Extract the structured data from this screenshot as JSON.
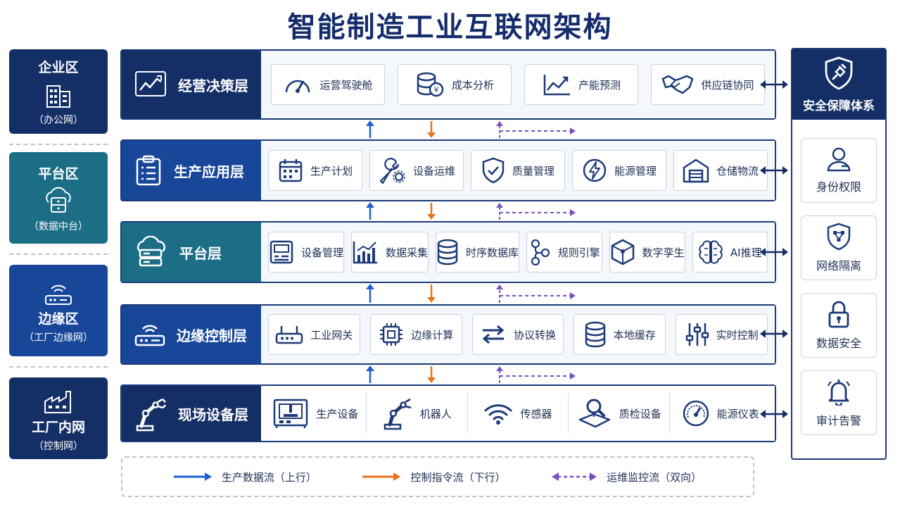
{
  "title": "智能制造工业互联网架构",
  "colors": {
    "navy": "#142e66",
    "blue": "#18479a",
    "teal": "#1c6e86",
    "up": "#1f5fd1",
    "down": "#e8711c",
    "ops": "#7a4fbf"
  },
  "zones": [
    {
      "name": "企业区",
      "sub": "（办公网）",
      "icon": "building-icon"
    },
    {
      "name": "平台区",
      "sub": "（数据中台）",
      "icon": "cloud-server-icon"
    },
    {
      "name": "边缘区",
      "sub": "（工厂边缘网）",
      "icon": "router-icon"
    },
    {
      "name": "工厂内网",
      "sub": "（控制网）",
      "icon": "factory-icon"
    }
  ],
  "layers": [
    {
      "name": "经营决策层",
      "icon": "dashboard-chart-icon",
      "items": [
        "运营驾驶舱",
        "成本分析",
        "产能预测",
        "供应链协同"
      ]
    },
    {
      "name": "生产应用层",
      "icon": "clipboard-icon",
      "items": [
        "生产计划",
        "设备运维",
        "质量管理",
        "能源管理",
        "仓储物流"
      ]
    },
    {
      "name": "平台层",
      "icon": "cloud-server-icon",
      "items": [
        "设备管理",
        "数据采集",
        "时序数据库",
        "规则引擎",
        "数字孪生",
        "AI推理"
      ]
    },
    {
      "name": "边缘控制层",
      "icon": "router-icon",
      "items": [
        "工业网关",
        "边缘计算",
        "协议转换",
        "本地缓存",
        "实时控制"
      ]
    },
    {
      "name": "现场设备层",
      "icon": "robot-arm-icon",
      "items": [
        "生产设备",
        "机器人",
        "传感器",
        "质检设备",
        "能源仪表"
      ]
    }
  ],
  "security": {
    "title": "安全保障体系",
    "items": [
      "身份权限",
      "网络隔离",
      "数据安全",
      "审计告警"
    ]
  },
  "legend": [
    {
      "label": "生产数据流（上行）",
      "color": "#1f5fd1",
      "style": "solid"
    },
    {
      "label": "控制指令流（下行）",
      "color": "#e8711c",
      "style": "solid"
    },
    {
      "label": "运维监控流（双向）",
      "color": "#7a4fbf",
      "style": "dashed"
    }
  ]
}
